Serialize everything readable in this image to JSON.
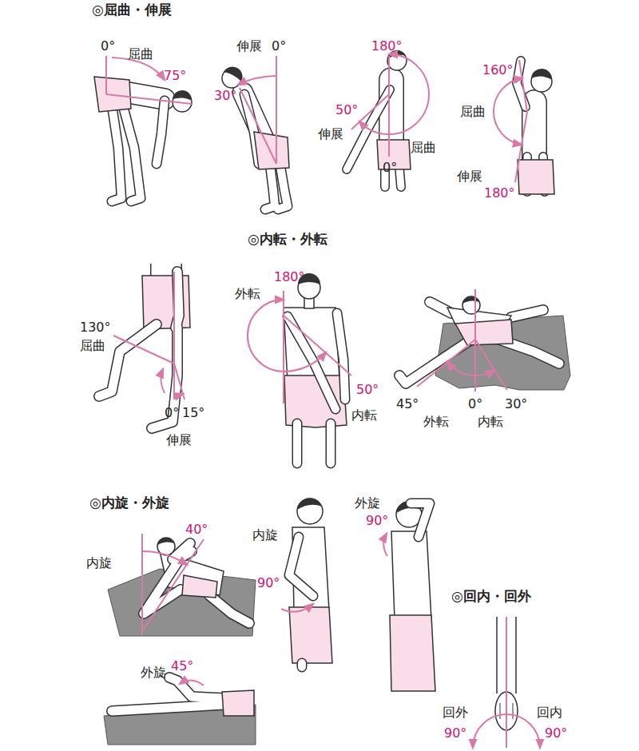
{
  "diagram": {
    "labels": [
      "◎屈曲・伸展",
      "0°",
      "屈曲",
      "75°",
      "伸展",
      "0°",
      "30°",
      "180°",
      "50°",
      "伸展",
      "屈曲",
      "0°",
      "160°",
      "屈曲",
      "伸展",
      "180°",
      "◎内転・外転",
      "130°",
      "屈曲",
      "0°",
      "15°",
      "伸展",
      "180°",
      "外転",
      "50°",
      "内転",
      "45°",
      "0°",
      "30°",
      "外転",
      "内転",
      "◎内旋・外旋",
      "40°",
      "内旋",
      "外旋",
      "45°",
      "内旋",
      "90°",
      "外旋",
      "90°",
      "◎回内・回外",
      "回外",
      "回内",
      "90°",
      "90°"
    ]
  }
}
